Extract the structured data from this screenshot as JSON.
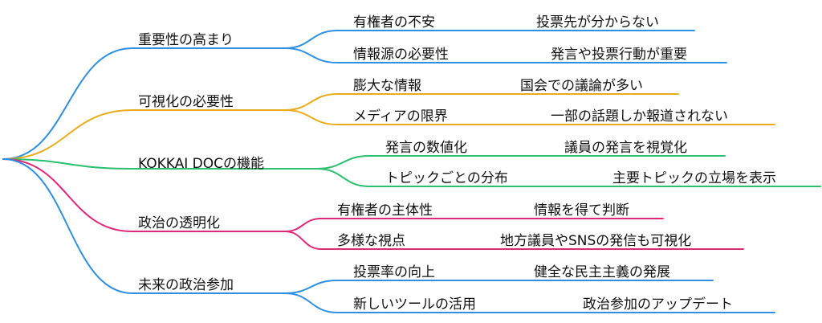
{
  "branches": [
    {
      "label": "重要性の高まり",
      "color": "#2f8fe0",
      "children": [
        {
          "left": "有権者の不安",
          "right": "投票先が分からない"
        },
        {
          "left": "情報源の必要性",
          "right": "発言や投票行動が重要"
        }
      ]
    },
    {
      "label": "可視化の必要性",
      "color": "#e8ac1e",
      "children": [
        {
          "left": "膨大な情報",
          "right": "国会での議論が多い"
        },
        {
          "left": "メディアの限界",
          "right": "一部の話題しか報道されない"
        }
      ]
    },
    {
      "label": "KOKKAI DOCの機能",
      "color": "#2bbf6e",
      "children": [
        {
          "left": "発言の数値化",
          "right": "議員の発言を視覚化"
        },
        {
          "left": "トピックごとの分布",
          "right": "主要トピックの立場を表示"
        }
      ]
    },
    {
      "label": "政治の透明化",
      "color": "#e0287a",
      "children": [
        {
          "left": "有権者の主体性",
          "right": "情報を得て判断"
        },
        {
          "left": "多様な視点",
          "right": "地方議員やSNSの発信も可視化"
        }
      ]
    },
    {
      "label": "未来の政治参加",
      "color": "#2f8fe0",
      "children": [
        {
          "left": "投票率の向上",
          "right": "健全な民主主義の発展"
        },
        {
          "left": "新しいツールの活用",
          "right": "政治参加のアップデート"
        }
      ]
    }
  ]
}
